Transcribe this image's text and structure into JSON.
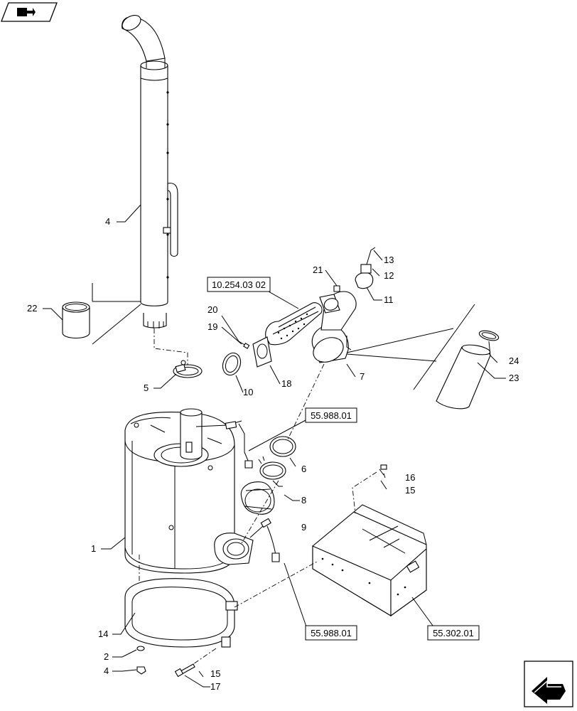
{
  "callouts": {
    "c1": "1",
    "c2": "2",
    "c4_stack": "4",
    "c4_bottom": "4",
    "c5": "5",
    "c6": "6",
    "c7": "7",
    "c8": "8",
    "c9": "9",
    "c10": "10",
    "c11": "11",
    "c12": "12",
    "c13": "13",
    "c14": "14",
    "c15_bracket": "15",
    "c15_bottom": "15",
    "c16": "16",
    "c17": "17",
    "c18": "18",
    "c19": "19",
    "c20": "20",
    "c21": "21",
    "c22": "22",
    "c23": "23",
    "c24": "24"
  },
  "references": {
    "ref_10254": "10.254.03 02",
    "ref_55988_top": "55.988.01",
    "ref_55988_bottom": "55.988.01",
    "ref_55302": "55.302.01"
  },
  "icons": {
    "top_left": "book-arrow-icon",
    "bottom_right": "next-page-arrow-icon"
  }
}
